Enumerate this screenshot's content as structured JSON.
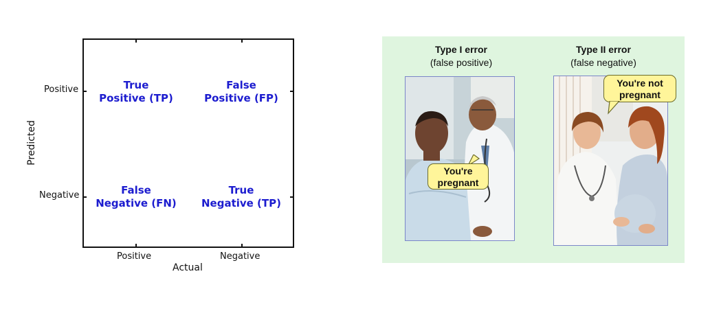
{
  "confusion_matrix": {
    "cells": {
      "tp": {
        "line1": "True",
        "line2": "Positive (TP)"
      },
      "fp": {
        "line1": "False",
        "line2": "Positive (FP)"
      },
      "fn": {
        "line1": "False",
        "line2": "Negative (FN)"
      },
      "tn": {
        "line1": "True",
        "line2": "Negative (TP)"
      }
    },
    "y_axis": {
      "title": "Predicted",
      "ticks": [
        "Positive",
        "Negative"
      ]
    },
    "x_axis": {
      "title": "Actual",
      "ticks": [
        "Positive",
        "Negative"
      ]
    },
    "cell_text_color": "#1c1ccf"
  },
  "error_panel": {
    "background": "#dff5df",
    "type1": {
      "title": "Type I error",
      "subtitle": "(false positive)",
      "bubble_line1": "You're",
      "bubble_line2": "pregnant",
      "photo": "doctor-examining-man-photo"
    },
    "type2": {
      "title": "Type II error",
      "subtitle": "(false negative)",
      "bubble_line1": "You're not",
      "bubble_line2": "pregnant",
      "photo": "doctor-with-pregnant-woman-photo"
    },
    "bubble_color": "#fff59a"
  }
}
